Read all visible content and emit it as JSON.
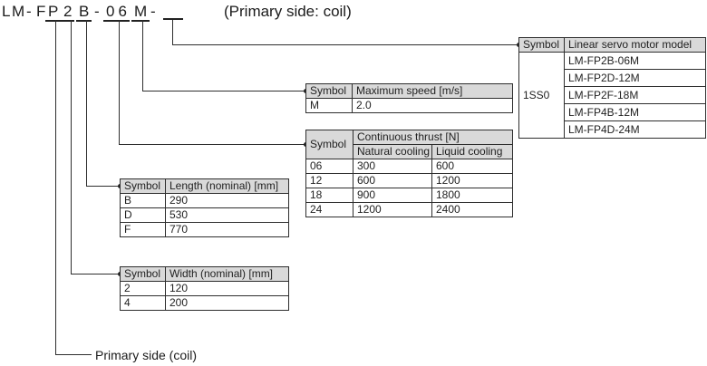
{
  "title": {
    "chars": [
      "L",
      "M",
      "-",
      "F",
      "P",
      "2",
      "B",
      "-",
      "0",
      "6",
      "M",
      "-"
    ],
    "note": "(Primary side: coil)"
  },
  "footer": {
    "label": "Primary side (coil)"
  },
  "tables": {
    "model": {
      "headers": [
        "Symbol",
        "Linear servo motor model"
      ],
      "symbol": "1SS0",
      "models": [
        "LM-FP2B-06M",
        "LM-FP2D-12M",
        "LM-FP2F-18M",
        "LM-FP4B-12M",
        "LM-FP4D-24M"
      ]
    },
    "speed": {
      "headers": [
        "Symbol",
        "Maximum speed [m/s]"
      ],
      "rows": [
        [
          "M",
          "2.0"
        ]
      ]
    },
    "thrust": {
      "col1_header": "Symbol",
      "group_header": "Continuous thrust [N]",
      "sub_headers": [
        "Natural cooling",
        "Liquid cooling"
      ],
      "rows": [
        [
          "06",
          "300",
          "600"
        ],
        [
          "12",
          "600",
          "1200"
        ],
        [
          "18",
          "900",
          "1800"
        ],
        [
          "24",
          "1200",
          "2400"
        ]
      ]
    },
    "length": {
      "headers": [
        "Symbol",
        "Length (nominal) [mm]"
      ],
      "rows": [
        [
          "B",
          "290"
        ],
        [
          "D",
          "530"
        ],
        [
          "F",
          "770"
        ]
      ]
    },
    "width": {
      "headers": [
        "Symbol",
        "Width (nominal) [mm]"
      ],
      "rows": [
        [
          "2",
          "120"
        ],
        [
          "4",
          "200"
        ]
      ]
    }
  },
  "colors": {
    "border": "#2e2e2e",
    "header_bg": "#d9d9d9",
    "text": "#1f1f1f"
  }
}
